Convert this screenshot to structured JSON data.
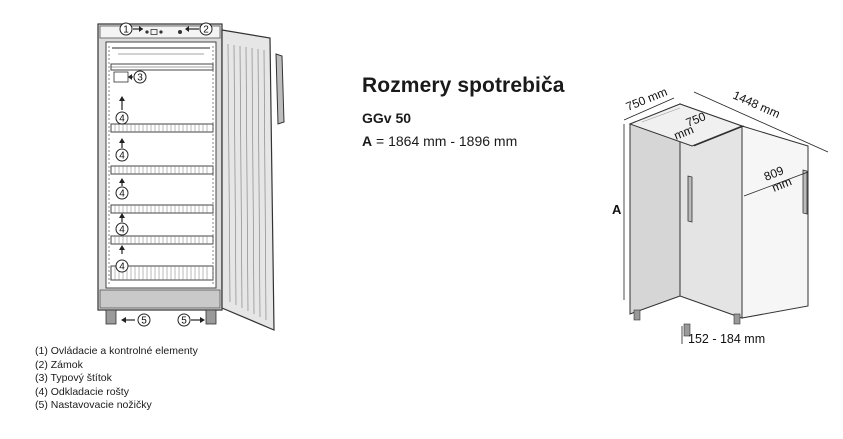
{
  "title": "Rozmery spotrebiča",
  "model": "GGv 50",
  "dimension_a": {
    "label": "A",
    "separator": "=",
    "value": "1864 mm - 1896 mm"
  },
  "callouts": {
    "c1": "1",
    "c2": "2",
    "c3": "3",
    "c4": "4",
    "c5": "5"
  },
  "legend": [
    "(1) Ovládacie a kontrolné elementy",
    "(2) Zámok",
    "(3) Typový štítok",
    "(4) Odkladacie rošty",
    "(5) Nastavovacie nožičky"
  ],
  "dimensions": {
    "depth": "750 mm",
    "depth_door_line1": "750",
    "depth_door_line2": "mm",
    "width_door_open": "1448 mm",
    "door_swing_line1": "809",
    "door_swing_line2": "mm",
    "height_label": "A",
    "feet": "152 - 184 mm"
  }
}
